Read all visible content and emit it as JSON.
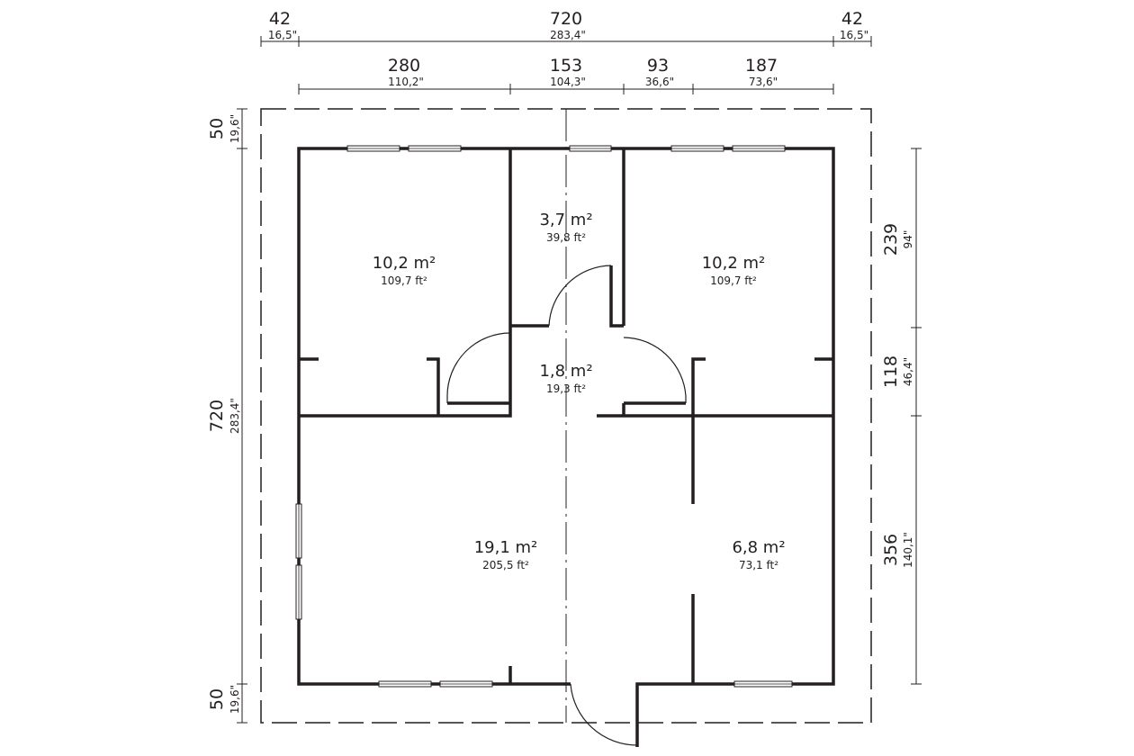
{
  "rooms": [
    {
      "area_m2": "10,2 m²",
      "area_ft2": "109,7 ft²"
    },
    {
      "area_m2": "3,7 m²",
      "area_ft2": "39,8 ft²"
    },
    {
      "area_m2": "10,2 m²",
      "area_ft2": "109,7 ft²"
    },
    {
      "area_m2": "1,8 m²",
      "area_ft2": "19,3 ft²"
    },
    {
      "area_m2": "19,1 m²",
      "area_ft2": "205,5 ft²"
    },
    {
      "area_m2": "6,8 m²",
      "area_ft2": "73,1 ft²"
    }
  ],
  "dimensions": {
    "top_overall": [
      {
        "cm": "42",
        "inch": "16,5\""
      },
      {
        "cm": "720",
        "inch": "283,4\""
      },
      {
        "cm": "42",
        "inch": "16,5\""
      }
    ],
    "top_rooms": [
      {
        "cm": "280",
        "inch": "110,2\""
      },
      {
        "cm": "153",
        "inch": "104,3\""
      },
      {
        "cm": "93",
        "inch": "36,6\""
      },
      {
        "cm": "187",
        "inch": "73,6\""
      }
    ],
    "left": [
      {
        "cm": "50",
        "inch": "19,6\""
      },
      {
        "cm": "720",
        "inch": "283,4\""
      },
      {
        "cm": "50",
        "inch": "19,6\""
      }
    ],
    "right": [
      {
        "cm": "239",
        "inch": "94\""
      },
      {
        "cm": "118",
        "inch": "46,4\""
      },
      {
        "cm": "356",
        "inch": "140,1\""
      }
    ]
  }
}
